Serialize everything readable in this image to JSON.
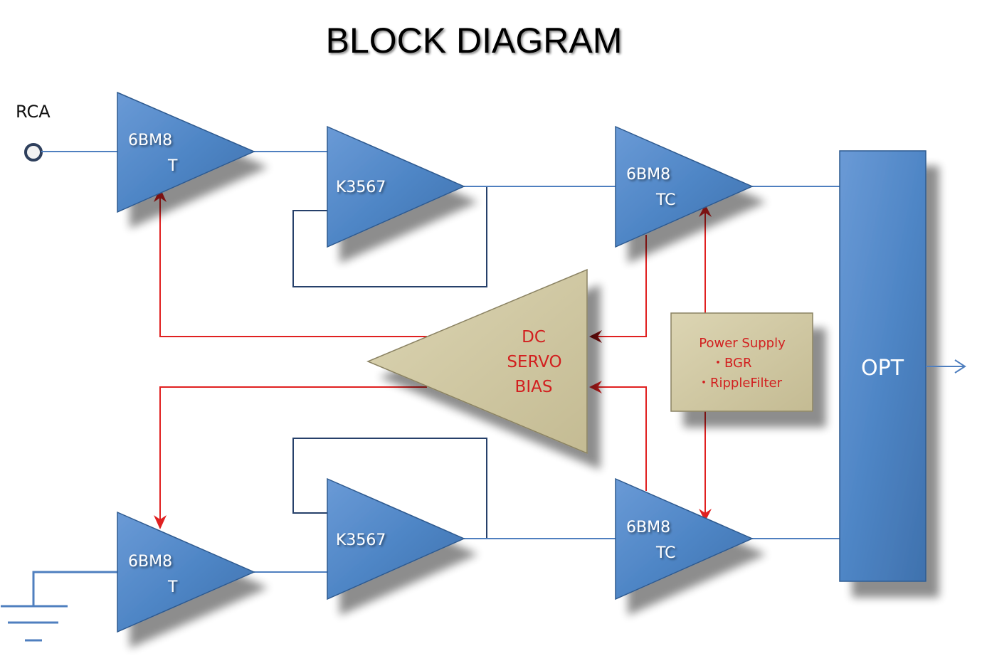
{
  "title": "BLOCK DIAGRAM",
  "input": {
    "label": "RCA",
    "icon": "rca-jack-icon"
  },
  "ground": {
    "icon": "ground-symbol-icon"
  },
  "output": {
    "icon": "output-arrow-icon"
  },
  "blocks": {
    "upper_input_stage": {
      "line1": "6BM8",
      "line2": "T"
    },
    "upper_driver": {
      "line1": "K3567"
    },
    "upper_output_stage": {
      "line1": "6BM8",
      "line2": "TC"
    },
    "lower_input_stage": {
      "line1": "6BM8",
      "line2": "T"
    },
    "lower_driver": {
      "line1": "K3567"
    },
    "lower_output_stage": {
      "line1": "6BM8",
      "line2": "TC"
    },
    "dc_servo": {
      "line1": "DC",
      "line2": "SERVO",
      "line3": "BIAS"
    },
    "power_supply": {
      "line1": "Power Supply",
      "line2": "・BGR",
      "line3": "・RippleFilter"
    },
    "opt": {
      "line1": "OPT"
    }
  },
  "colors": {
    "amp_blue": "#4f86c6",
    "servo_tan": "#cfc7a2",
    "signal_wire": "#4f7fbf",
    "control_wire": "#e02020",
    "label_red": "#d21f1f"
  }
}
